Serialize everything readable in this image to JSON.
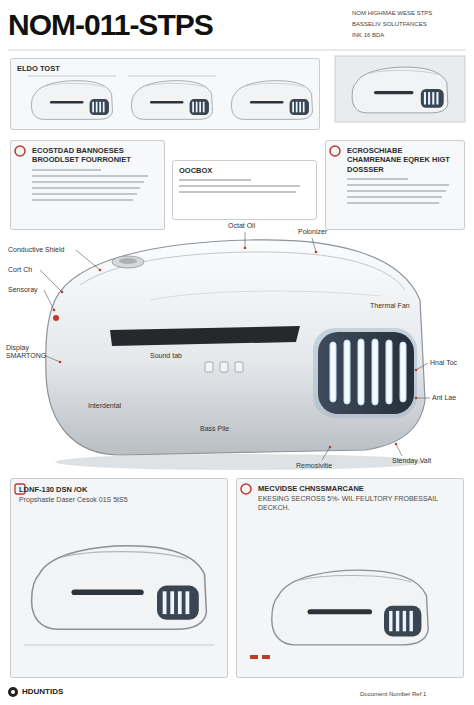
{
  "diagram": {
    "title": "NOM-011-STPS",
    "nodes": [
      {
        "text": [
          "ELDO TOST"
        ]
      },
      {
        "text": [
          "ECOSTDAD BANNOESES BROODLSET FOURRONIET"
        ]
      },
      {
        "text": [
          "OOCBOX"
        ]
      },
      {
        "text": [
          "ECROSCHIABE CHAMRENANE EQREK HIGT DOSSSER"
        ]
      },
      {
        "text": [
          "LDNF-130 DSN /OK",
          "Propshaste Daser Cesok 01S 5tS5"
        ]
      },
      {
        "text": [
          "MECVIDSE CHNSSMARCANE",
          "EKESING SECROSS 5%- WIL FEULTORY FROBESSAIL DECKCH."
        ]
      }
    ],
    "labels": [
      "NOM HIGHMAE WESE STPS",
      "BASSELIV SOLUTFANCES",
      "INK 16 BDA",
      "Conductive Shield",
      "Cort Ch",
      "Sensoray",
      "Display SMARTONG",
      "Sound tab",
      "Bass Pile",
      "Octat Oil",
      "Polonizer",
      "Thermal Fan",
      "Hnal Toc",
      "Ant Lae",
      "Stenday Valt",
      "Remosivitie",
      "Interdental",
      "HDUNTIDS",
      "Document Number Ref 1"
    ]
  }
}
